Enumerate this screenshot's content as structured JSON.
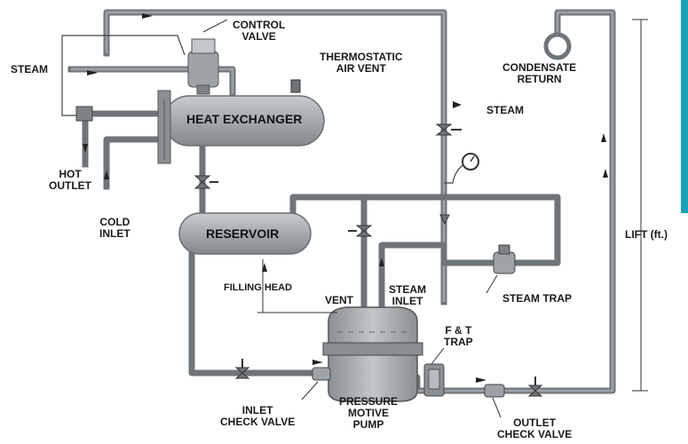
{
  "labels": {
    "control_valve_1": "CONTROL",
    "control_valve_2": "VALVE",
    "steam_left": "STEAM",
    "thermo_vent_1": "THERMOSTATIC",
    "thermo_vent_2": "AIR VENT",
    "heat_exchanger": "HEAT EXCHANGER",
    "condensate_1": "CONDENSATE",
    "condensate_2": "RETURN",
    "steam_right": "STEAM",
    "hot_outlet_1": "HOT",
    "hot_outlet_2": "OUTLET",
    "cold_inlet_1": "COLD",
    "cold_inlet_2": "INLET",
    "reservoir": "RESERVOIR",
    "filling_head": "FILLING HEAD",
    "vent": "VENT",
    "steam_inlet_1": "STEAM",
    "steam_inlet_2": "INLET",
    "steam_trap": "STEAM TRAP",
    "ft_trap_1": "F & T",
    "ft_trap_2": "TRAP",
    "lift": "LIFT (ft.)",
    "inlet_check_1": "INLET",
    "inlet_check_2": "CHECK VALVE",
    "pmp_1": "PRESSURE",
    "pmp_2": "MOTIVE",
    "pmp_3": "PUMP",
    "outlet_check_1": "OUTLET",
    "outlet_check_2": "CHECK VALVE"
  },
  "colors": {
    "pipe": "#6f7478",
    "vessel": "#a9adb0",
    "vessel_dark": "#7d8286",
    "accent_bar": "#1aa3b8"
  }
}
